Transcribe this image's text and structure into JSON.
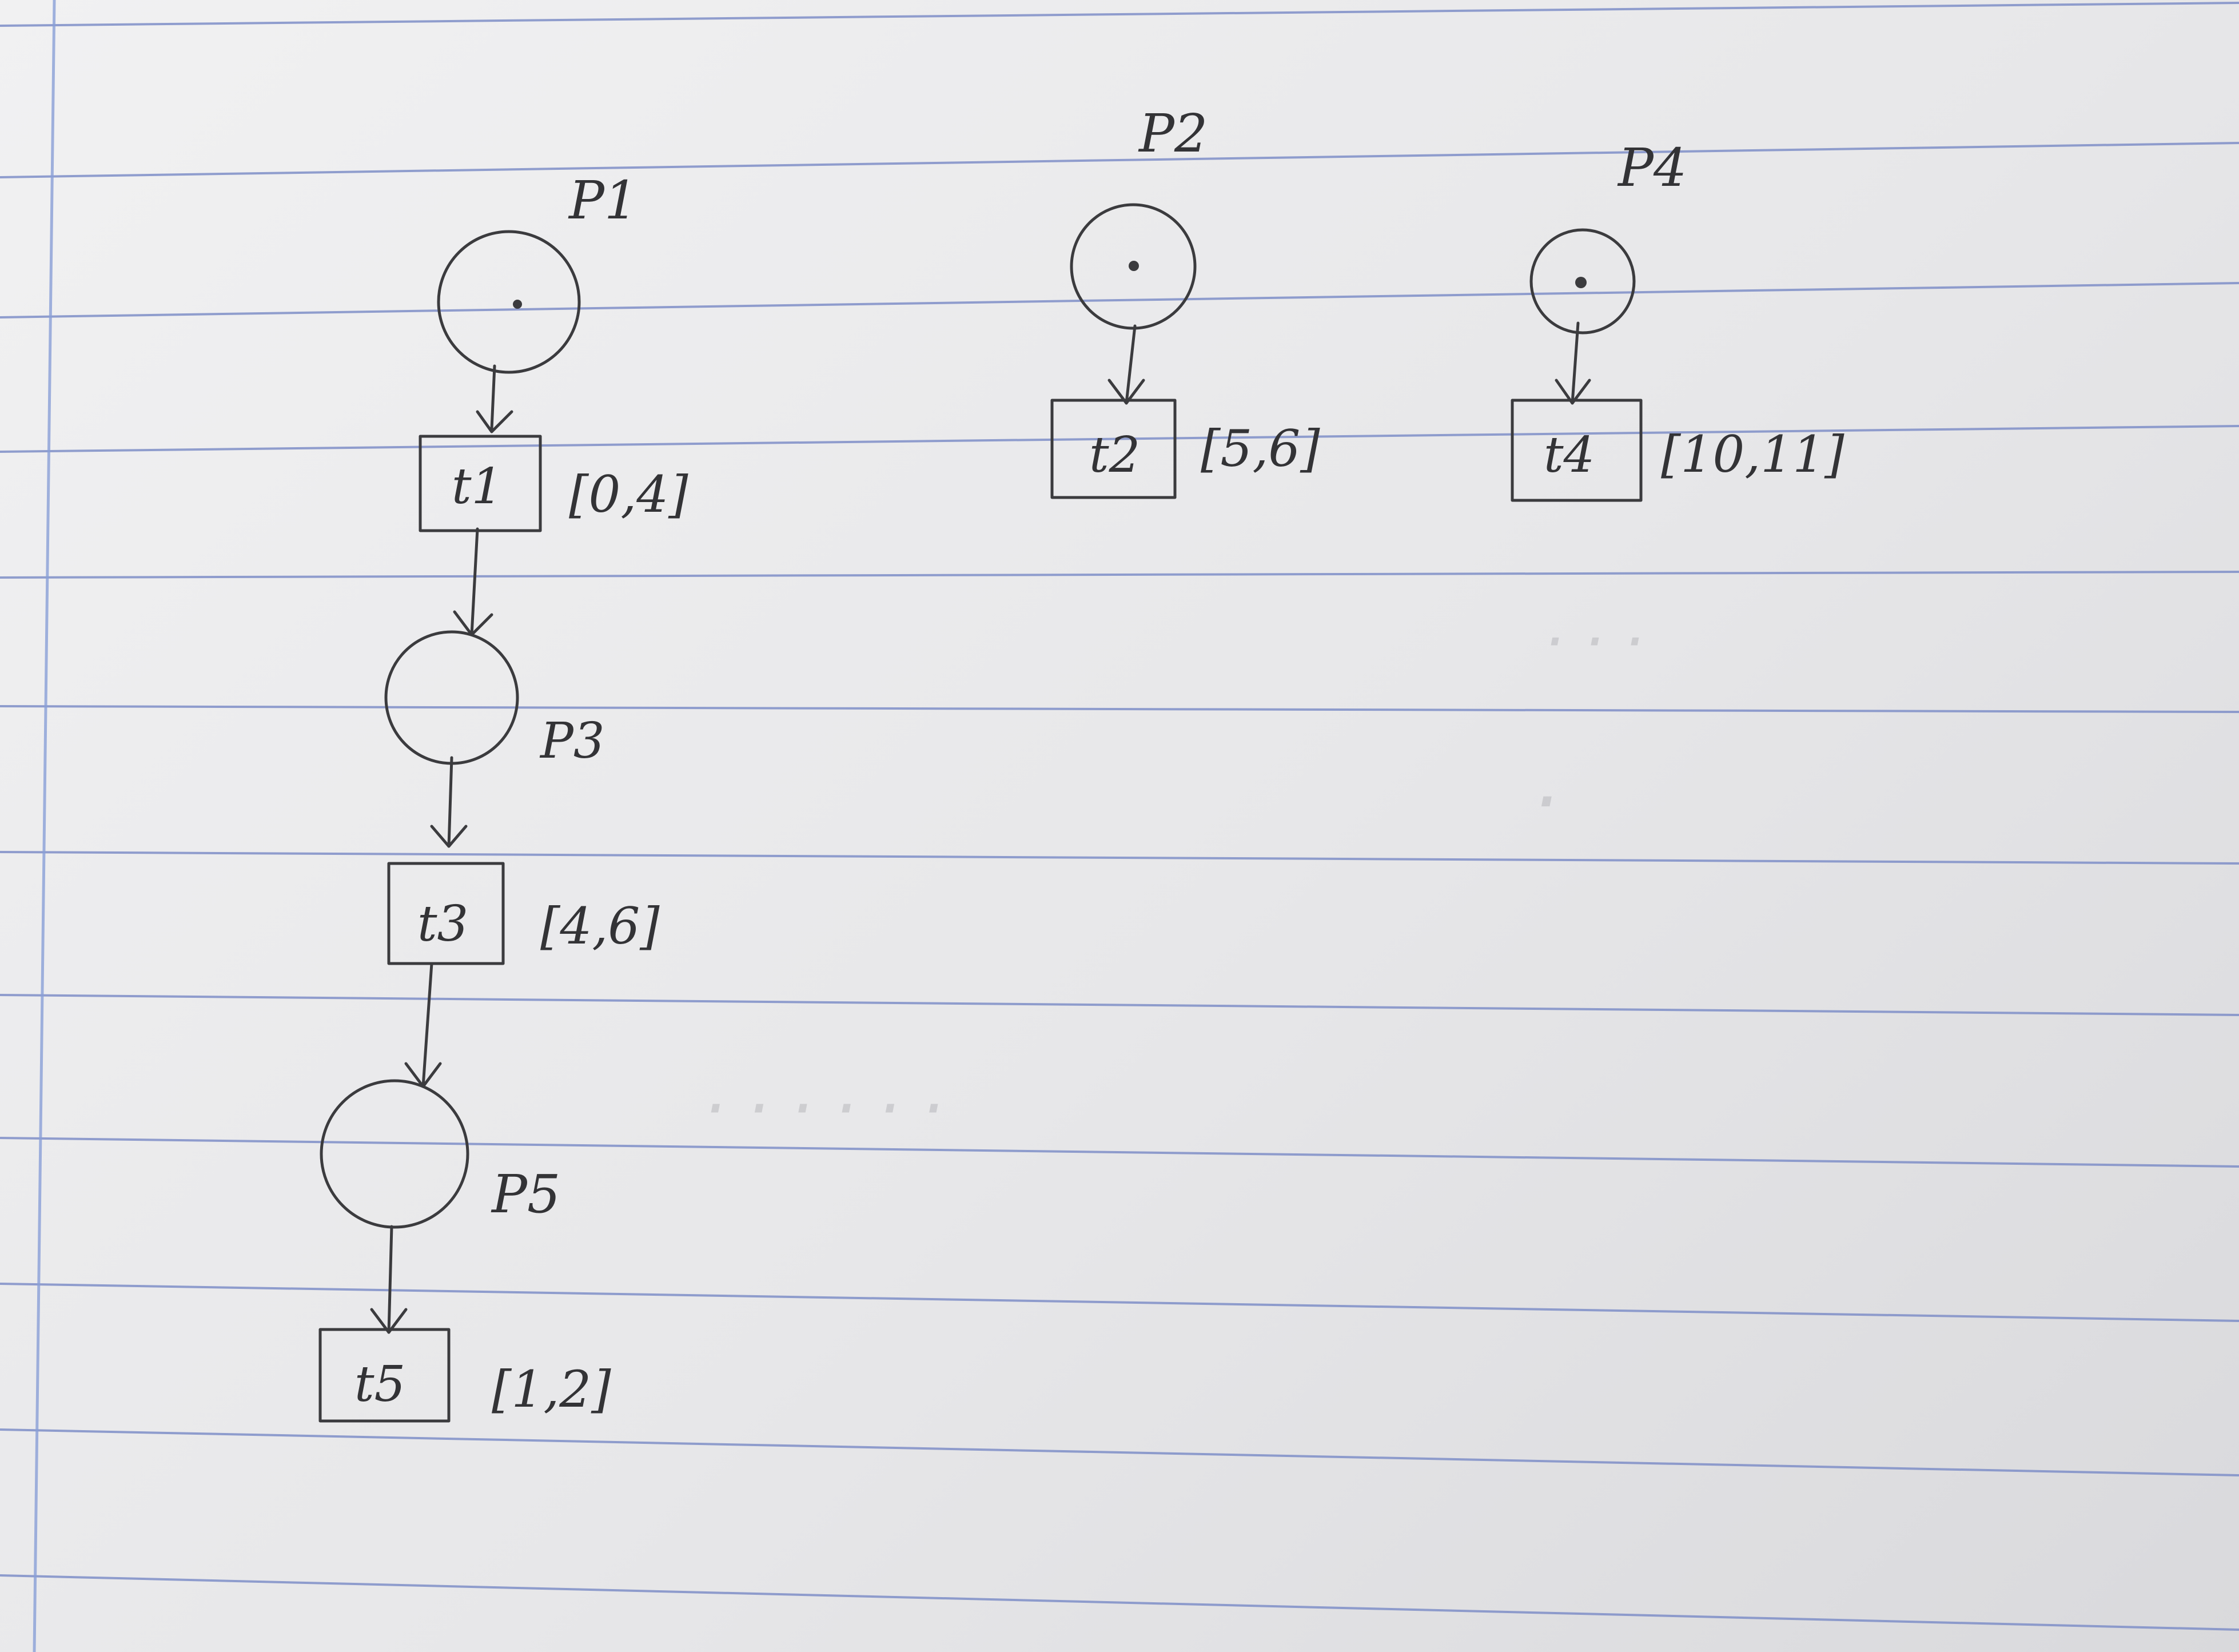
{
  "diagram": {
    "places": [
      {
        "id": "p1",
        "label": "P1",
        "tokens": 1
      },
      {
        "id": "p2",
        "label": "P2",
        "tokens": 1
      },
      {
        "id": "p3",
        "label": "P3",
        "tokens": 0
      },
      {
        "id": "p4",
        "label": "P4",
        "tokens": 1
      },
      {
        "id": "p5",
        "label": "P5",
        "tokens": 0
      }
    ],
    "transitions": [
      {
        "id": "t1",
        "label": "t1",
        "interval": "[0,4]"
      },
      {
        "id": "t2",
        "label": "t2",
        "interval": "[5,6]"
      },
      {
        "id": "t3",
        "label": "t3",
        "interval": "[4,6]"
      },
      {
        "id": "t4",
        "label": "t4",
        "interval": "[10,11]"
      },
      {
        "id": "t5",
        "label": "t5",
        "interval": "[1,2]"
      }
    ],
    "arcs": [
      {
        "from": "p1",
        "to": "t1"
      },
      {
        "from": "t1",
        "to": "p3"
      },
      {
        "from": "p3",
        "to": "t3"
      },
      {
        "from": "t3",
        "to": "p5"
      },
      {
        "from": "p5",
        "to": "t5"
      },
      {
        "from": "p2",
        "to": "t2"
      },
      {
        "from": "p4",
        "to": "t4"
      }
    ]
  }
}
